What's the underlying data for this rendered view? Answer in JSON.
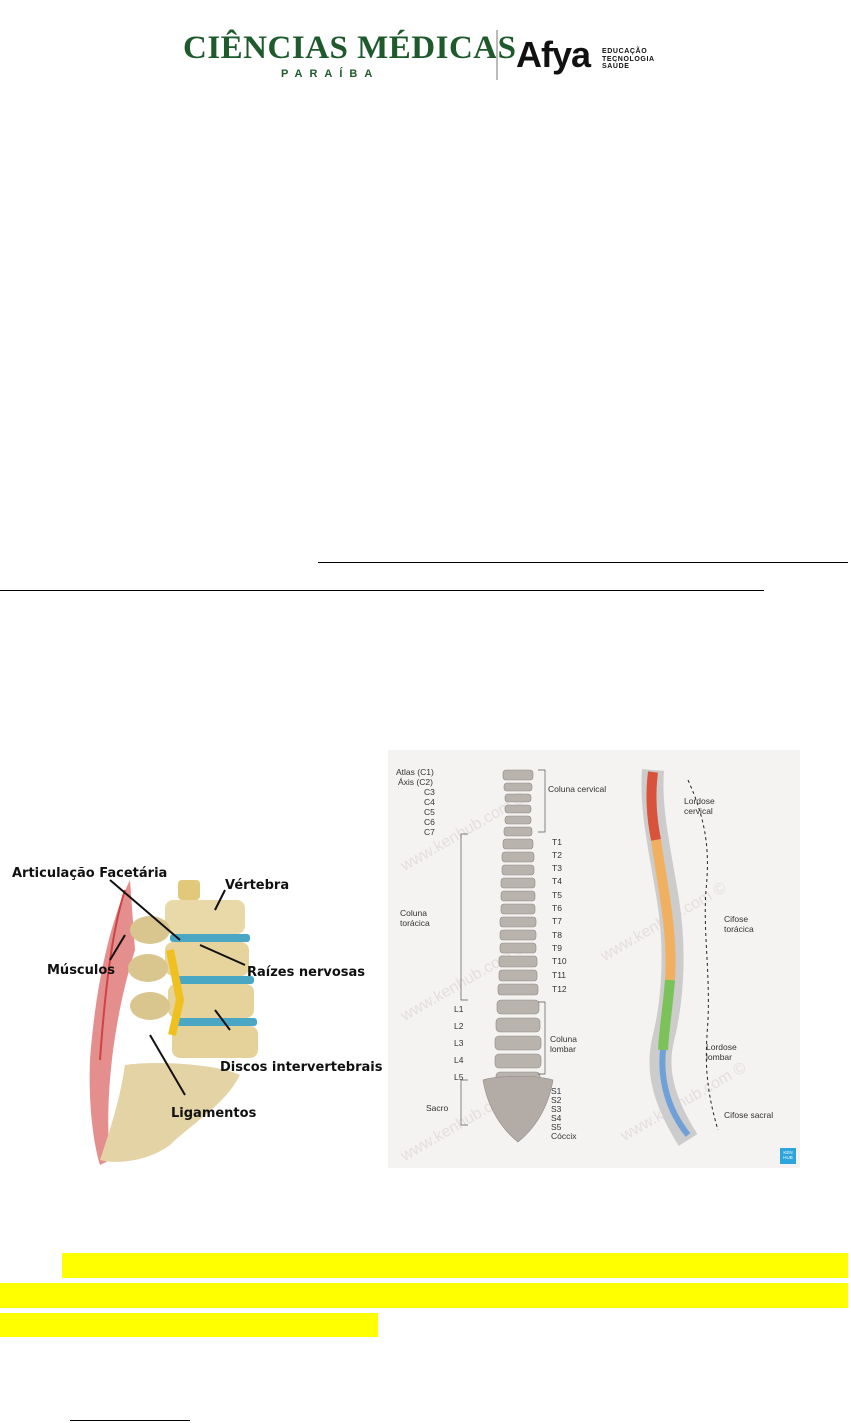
{
  "header": {
    "brand_title": "CIÊNCIAS MÉDICAS",
    "brand_subtitle": "PARAÍBA",
    "partner_logo": "Afya",
    "partner_tags": [
      "EDUCAÇÃO",
      "TECNOLOGIA",
      "SAÚDE"
    ]
  },
  "figure_left": {
    "labels": {
      "facet": "Articulação Facetária",
      "vertebra": "Vértebra",
      "muscles": "Músculos",
      "nerve_roots": "Raízes nervosas",
      "discs": "Discos intervertebrais",
      "ligaments": "Ligamentos"
    }
  },
  "figure_right": {
    "left_labels": [
      "Atlas (C1)",
      "Áxis (C2)",
      "C3",
      "C4",
      "C5",
      "C6",
      "C7"
    ],
    "thoracic_labels": [
      "T1",
      "T2",
      "T3",
      "T4",
      "T5",
      "T6",
      "T7",
      "T8",
      "T9",
      "T10",
      "T11",
      "T12"
    ],
    "lumbar_labels": [
      "L1",
      "L2",
      "L3",
      "L4",
      "L5"
    ],
    "sacral_labels": [
      "S1",
      "S2",
      "S3",
      "S4",
      "S5",
      "Cóccix"
    ],
    "regions": {
      "cervical": "Coluna cervical",
      "thoracic": "Coluna torácica",
      "lumbar": "Coluna lombar",
      "sacrum": "Sacro"
    },
    "curves": {
      "cervical": "Lordose cervical",
      "thoracic": "Cifose torácica",
      "lumbar": "Lordose lombar",
      "sacral": "Cifose sacral"
    },
    "watermark": "www.kenhub.com ©",
    "badge": "KEN HUB"
  }
}
